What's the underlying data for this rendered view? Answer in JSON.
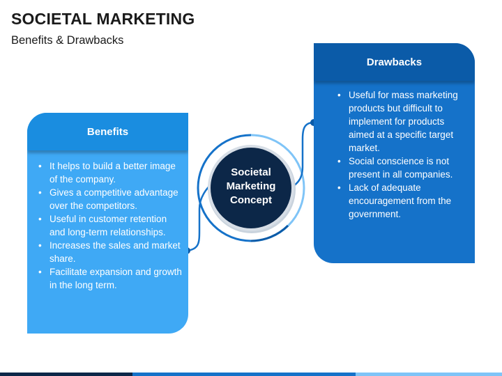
{
  "slide": {
    "title": "SOCIETAL MARKETING",
    "subtitle": "Benefits & Drawbacks"
  },
  "benefits": {
    "heading": "Benefits",
    "points": [
      "It helps to build a better image of the company.",
      "Gives a competitive advantage over the competitors.",
      "Useful in customer retention and long-term relationships.",
      "Increases the sales and market share.",
      "Facilitate expansion and growth in the long term."
    ]
  },
  "drawbacks": {
    "heading": "Drawbacks",
    "points": [
      "Useful for mass marketing products but difficult to implement for products aimed at a specific target market.",
      "Social conscience is not present in all companies.",
      "Lack of adequate encouragement from the government."
    ]
  },
  "center": {
    "label_lines": [
      "Societal",
      "Marketing",
      "Concept"
    ]
  },
  "colors": {
    "benefits_body": "#3fa9f5",
    "benefits_head": "#1a8de0",
    "drawbacks_body": "#1572c9",
    "drawbacks_head": "#0b5ba8",
    "center_fill": "#0c2748",
    "connector": "#1572c9",
    "connector_light": "#7fc4f7"
  }
}
